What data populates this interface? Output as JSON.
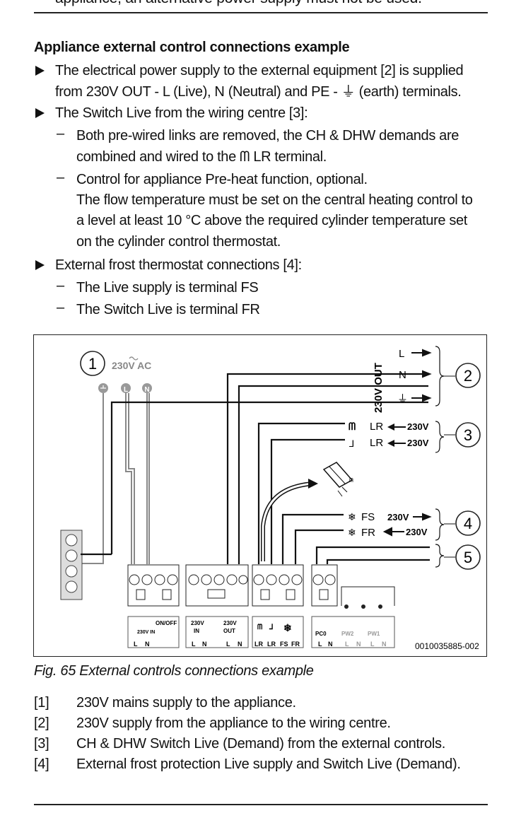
{
  "top_cut_text": "appliance, an alternative power supply must not be used.",
  "section": {
    "heading": "Appliance external control connections example",
    "bullets": [
      {
        "lines": [
          "The electrical power supply to the external equipment [2] is supplied",
          "from 230V OUT - L (Live), N (Neutral) and PE - ⏚ (earth) terminals."
        ]
      },
      {
        "lines": [
          "The Switch Live from the wiring centre [3]:"
        ],
        "subs": [
          {
            "lines": [
              "Both pre-wired links are removed, the CH & DHW demands are",
              "combined and wired to the ᗰ LR terminal."
            ]
          },
          {
            "lines": [
              "Control for appliance Pre-heat function, optional.",
              "The flow temperature must be set on the central heating control to",
              "a level at least 10 °C above the required cylinder temperature set",
              "on the cylinder control thermostat."
            ]
          }
        ]
      },
      {
        "lines": [
          "External frost thermostat connections [4]:"
        ],
        "subs": [
          {
            "lines": [
              "The Live supply is terminal FS"
            ]
          },
          {
            "lines": [
              "The Switch Live is terminal FR"
            ]
          }
        ]
      }
    ]
  },
  "figure": {
    "callouts": [
      "1",
      "2",
      "3",
      "4",
      "5"
    ],
    "supply_label": "230V AC",
    "terminal_letters": [
      "L",
      "N"
    ],
    "out_label": "230V OUT",
    "out_rows": [
      "L",
      "N",
      "⏚"
    ],
    "lr_rows": [
      "LR",
      "LR"
    ],
    "v230": "230V",
    "frost_rows": [
      "FS",
      "FR"
    ],
    "strip": {
      "on_off": "ON/OFF",
      "in_label": "230V IN",
      "out_label": "230V OUT",
      "in_small": "IN",
      "out_small": "OUT",
      "pc0": "PC0",
      "pw2": "PW2",
      "pw1": "PW1",
      "bottom": [
        "L",
        "N",
        "L",
        "N",
        "L",
        "N",
        "LR",
        "LR",
        "FS",
        "FR",
        "L",
        "N",
        "L",
        "N",
        "L",
        "N"
      ]
    },
    "code": "0010035885-002"
  },
  "caption": "Fig. 65    External controls connections example",
  "legend": [
    {
      "num": "[1]",
      "text": "230V mains supply to the appliance."
    },
    {
      "num": "[2]",
      "text": "230V supply from the appliance to the wiring centre."
    },
    {
      "num": "[3]",
      "text": "CH & DHW Switch Live (Demand) from the external controls."
    },
    {
      "num": "[4]",
      "text": "External frost protection Live supply and Switch Live (Demand)."
    }
  ]
}
